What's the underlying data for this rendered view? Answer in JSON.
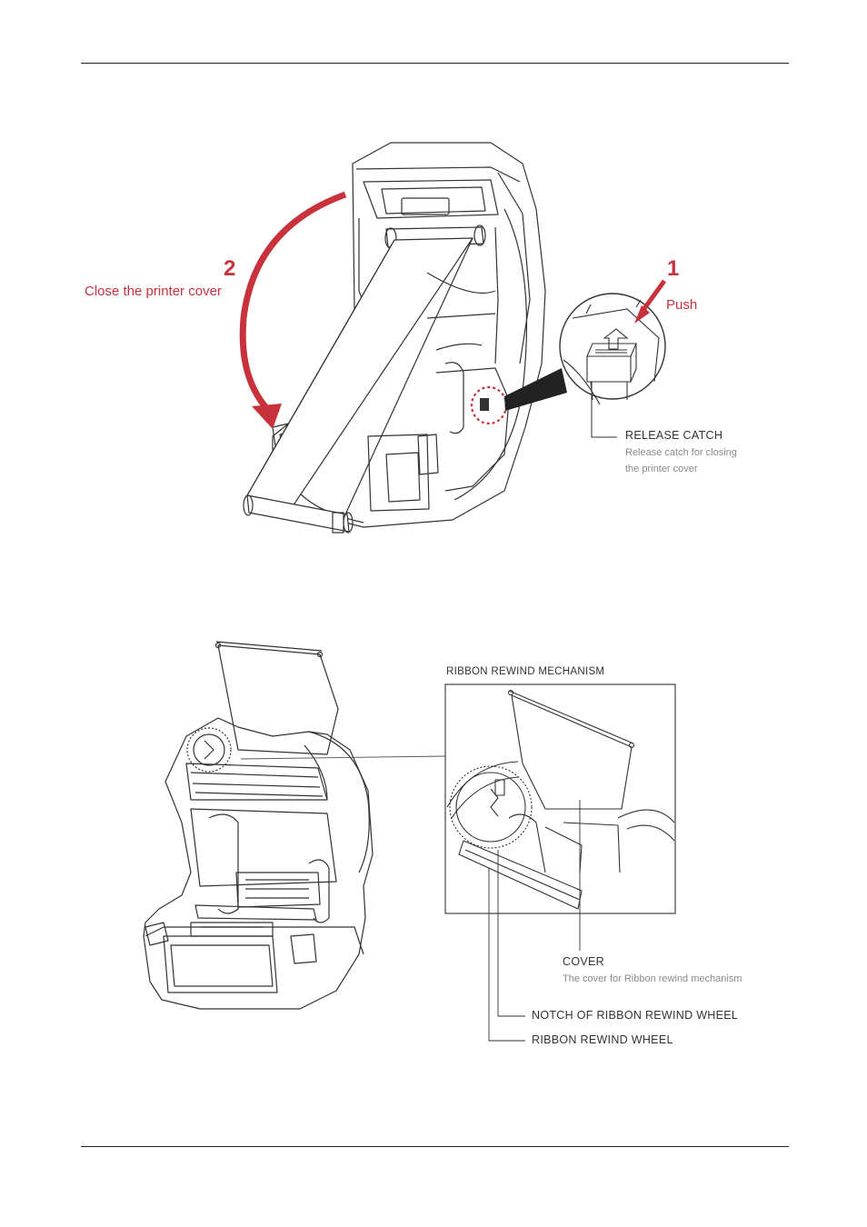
{
  "figure1": {
    "step2": {
      "number": "2",
      "text": "Close the printer cover"
    },
    "step1": {
      "number": "1",
      "text": "Push"
    },
    "release_catch": {
      "title": "RELEASE CATCH",
      "desc_line1": "Release catch for closing",
      "desc_line2": "the printer cover"
    }
  },
  "figure2": {
    "mechanism_label": "RIBBON REWIND MECHANISM",
    "cover": {
      "title": "COVER",
      "desc": "The cover for Ribbon rewind mechanism"
    },
    "notch_label": "NOTCH OF RIBBON REWIND WHEEL",
    "wheel_label": "RIBBON REWIND WHEEL"
  },
  "colors": {
    "accent": "#c8323c",
    "line": "#333333",
    "muted": "#8a8a8a"
  }
}
